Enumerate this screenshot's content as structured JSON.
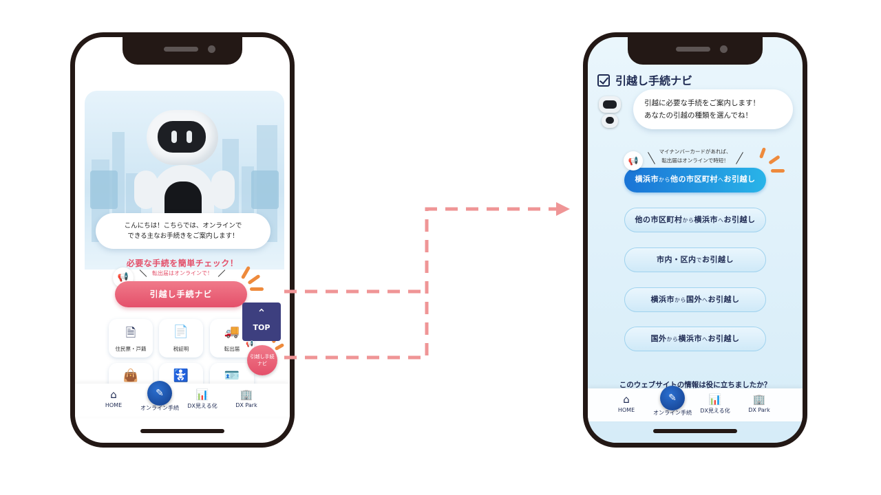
{
  "left_phone": {
    "speech_line1": "こんにちは！こちらでは、オンラインで",
    "speech_line2": "できる主なお手続きをご案内します！",
    "check_title": "必要な手続を簡単チェック！",
    "check_sub": "転出届はオンラインで！",
    "navi_button": "引越し手続ナビ",
    "tiles": [
      {
        "label": "住民票・戸籍",
        "icon": "document-icon"
      },
      {
        "label": "税証明",
        "icon": "tax-document-icon"
      },
      {
        "label": "転出届",
        "icon": "truck-icon"
      }
    ],
    "top_button": "TOP",
    "floating_navi_line1": "引越し手続",
    "floating_navi_line2": "ナビ"
  },
  "right_phone": {
    "title": "引越し手続ナビ",
    "speech_line1": "引越に必要な手続をご案内します！",
    "speech_line2": "あなたの引越の種類を選んでね！",
    "mynumber_line1": "マイナンバーカードがあれば、",
    "mynumber_line2": "転出届はオンラインで時短！",
    "options": [
      {
        "a": "横浜市",
        "b": "から",
        "c": "他の市区町村",
        "d": "へ",
        "e": "お引越し"
      },
      {
        "a": "他の市区町村",
        "b": "から",
        "c": "横浜市",
        "d": "へ",
        "e": "お引越し"
      },
      {
        "a": "市内・区内",
        "b": "で",
        "c": "",
        "d": "",
        "e": "お引越し"
      },
      {
        "a": "横浜市",
        "b": "から",
        "c": "国外",
        "d": "へ",
        "e": "お引越し"
      },
      {
        "a": "国外",
        "b": "から",
        "c": "横浜市",
        "d": "へ",
        "e": "お引越し"
      }
    ],
    "feedback": "このウェブサイトの情報は役に立ちましたか？"
  },
  "bottom_nav": {
    "home": "HOME",
    "online": "オンライン手続",
    "dx_visual": "DX見える化",
    "dx_park": "DX Park"
  },
  "colors": {
    "accent_pink": "#e4506a",
    "accent_blue": "#1a74d6",
    "navy": "#1e2a52",
    "connector": "#ef9596",
    "spark": "#ee8a3c"
  }
}
